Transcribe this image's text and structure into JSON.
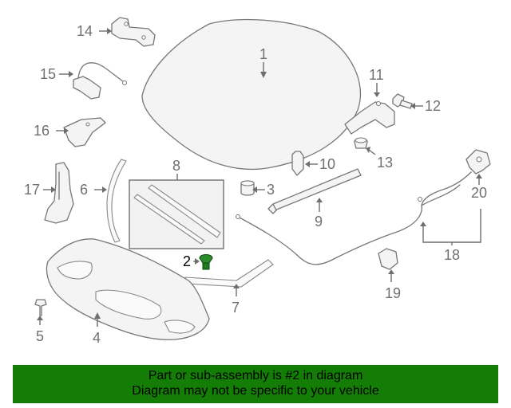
{
  "callouts": {
    "c1": "1",
    "c2": "2",
    "c3": "3",
    "c4": "4",
    "c5": "5",
    "c6": "6",
    "c7": "7",
    "c8": "8",
    "c9": "9",
    "c10": "10",
    "c11": "11",
    "c12": "12",
    "c13": "13",
    "c14": "14",
    "c15": "15",
    "c16": "16",
    "c17": "17",
    "c18": "18",
    "c19": "19",
    "c20": "20"
  },
  "highlighted_part": "2",
  "highlight_color": "#1f7a1f",
  "banner": {
    "line1": "Part or sub-assembly is #2 in diagram",
    "line2": "Diagram may not be specific to your vehicle",
    "background": "#137d05"
  }
}
